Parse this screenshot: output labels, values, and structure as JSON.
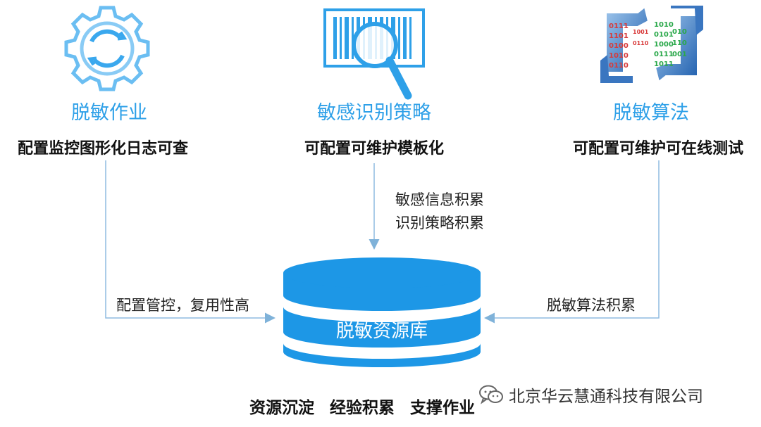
{
  "modules": [
    {
      "title": "脱敏作业",
      "subtitle": "配置监控图形化日志可查",
      "icon": "gear-icon"
    },
    {
      "title": "敏感识别策略",
      "subtitle": "可配置可维护模板化",
      "icon": "barcode-search-icon"
    },
    {
      "title": "脱敏算法",
      "subtitle": "可配置可维护可在线测试",
      "icon": "binary-data-icon"
    }
  ],
  "flows": {
    "left": "配置管控，复用性高",
    "middle_line1": "敏感信息积累",
    "middle_line2": "识别策略积累",
    "right": "脱敏算法积累"
  },
  "database": {
    "label": "脱敏资源库",
    "icon": "database-icon"
  },
  "bottom": {
    "text": "资源沉淀 经验积累 支撑作业"
  },
  "watermark": {
    "text": "北京华云慧通科技有限公司",
    "icon": "wechat-icon"
  },
  "colors": {
    "accent": "#2ea0e8",
    "db_blue": "#1d97e6",
    "arrow": "#7fb2d9"
  }
}
